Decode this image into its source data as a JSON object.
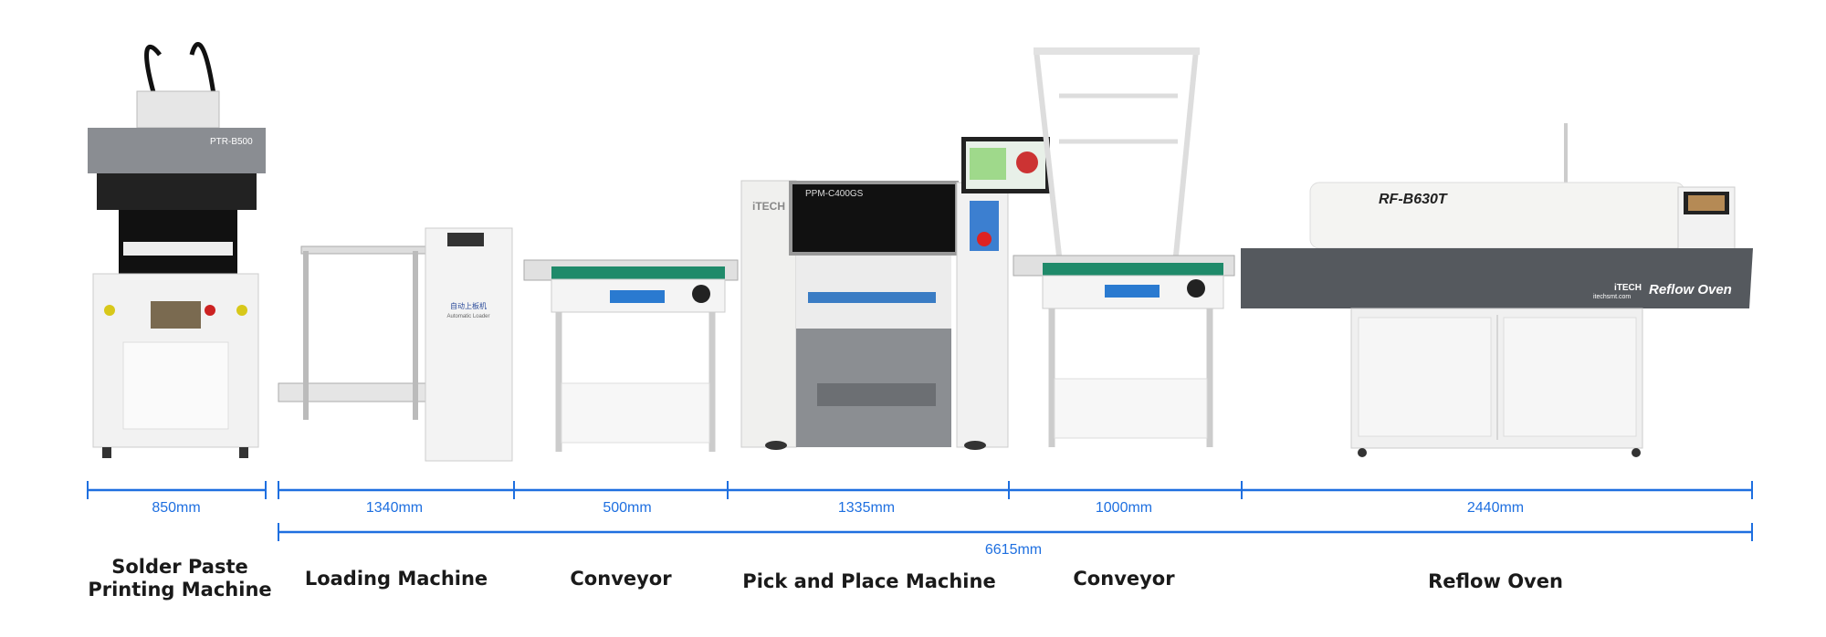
{
  "machines": {
    "printer": {
      "model": "PTR-B500",
      "label_line1": "Solder Paste",
      "label_line2": "Printing Machine",
      "width": "850mm"
    },
    "loader": {
      "panel_cn": "自动上板机",
      "panel_en": "Automatic Loader",
      "label": "Loading Machine",
      "width": "1340mm"
    },
    "conveyor1": {
      "label": "Conveyor",
      "width": "500mm"
    },
    "pnp": {
      "model": "PPM-C400GS",
      "brand": "iTECH",
      "label": "Pick and Place Machine",
      "width": "1335mm"
    },
    "conveyor2": {
      "label": "Conveyor",
      "width": "1000mm"
    },
    "oven": {
      "model": "RF-B630T",
      "brand": "iTECH",
      "site": "itechsmt.com",
      "badge": "Reflow Oven",
      "label": "Reflow Oven",
      "width": "2440mm"
    }
  },
  "total_length": "6615mm",
  "colors": {
    "dimension": "#1e6fe0",
    "belt": "#1f8a6a",
    "oven_band": "#55595e"
  }
}
